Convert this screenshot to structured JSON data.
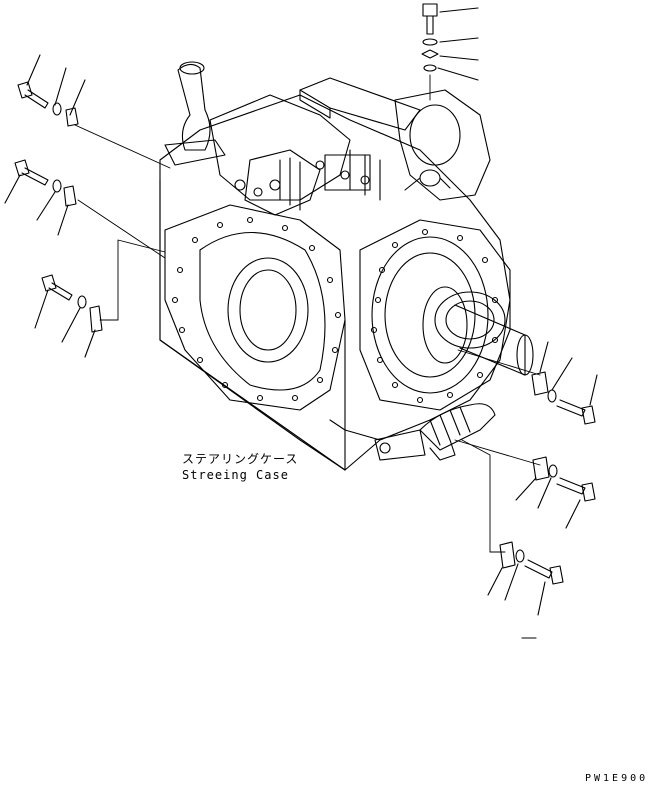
{
  "labels": {
    "steering_case_jp": "ステアリングケース",
    "steering_case_en": "Streeing Case"
  },
  "figure_code": "PW1E900"
}
